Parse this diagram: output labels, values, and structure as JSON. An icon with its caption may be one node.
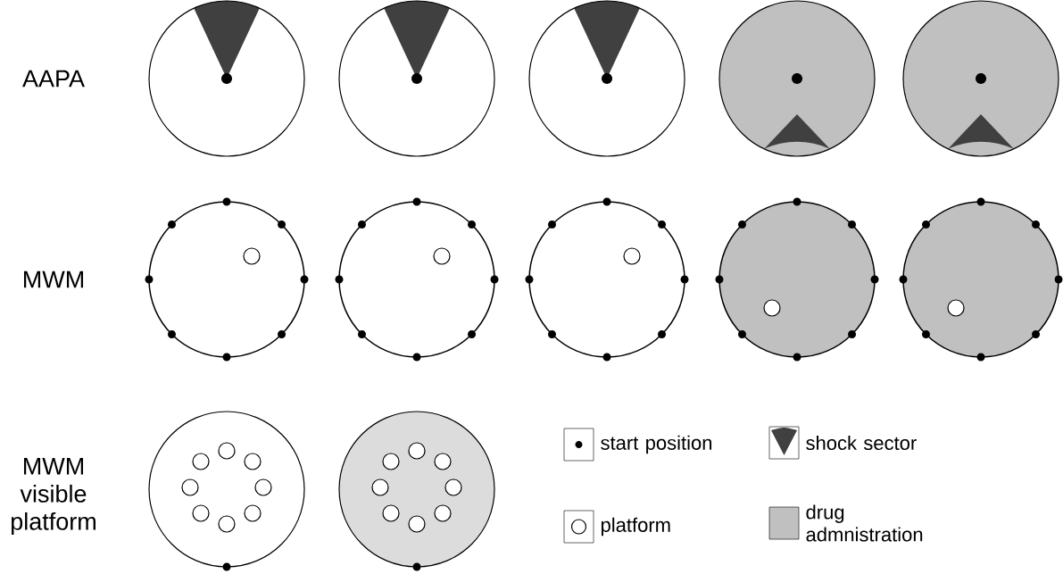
{
  "diagram": {
    "labels": [
      "AAPA",
      "MWM",
      "MWM visible platform"
    ],
    "legend": [
      {
        "text": "start position"
      },
      {
        "text": "shock sector"
      },
      {
        "text": "platform"
      },
      {
        "text": "drug admnistration",
        "color": "#c0c0c0"
      }
    ]
  }
}
